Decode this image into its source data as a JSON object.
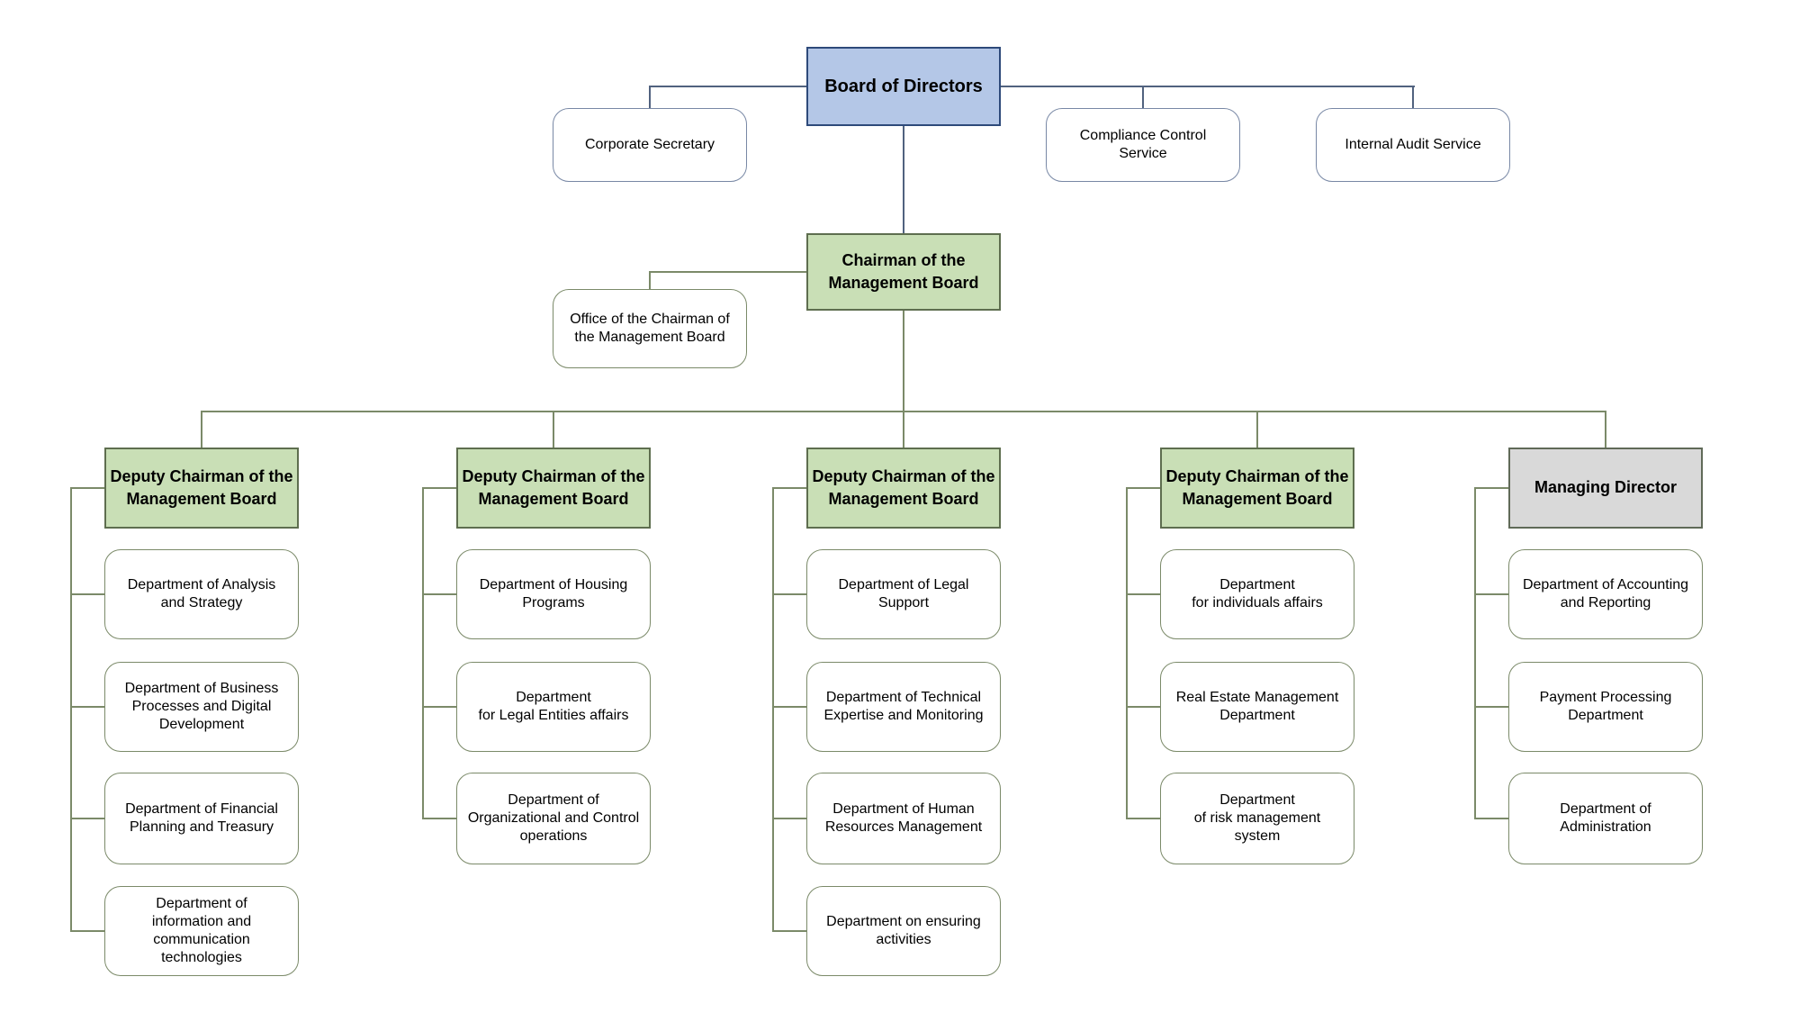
{
  "colors": {
    "board_fill": "#b4c7e7",
    "board_border": "#2e4a7a",
    "top_connector": "#51627f",
    "executive_fill": "#c9dfb6",
    "executive_border": "#5e6e4f",
    "director_fill": "#d9d9d9",
    "director_border": "#606a58",
    "lower_connector": "#7b8a69",
    "leaf_fill": "#ffffff",
    "text": "#000000"
  },
  "board": {
    "label": "Board of Directors"
  },
  "board_units": [
    {
      "label": "Corporate Secretary"
    },
    {
      "label": "Compliance Control\nService"
    },
    {
      "label": "Internal Audit Service"
    }
  ],
  "chairman": {
    "label": "Chairman of the\nManagement Board"
  },
  "chairman_office": {
    "label": "Office of the Chairman of\nthe Management Board"
  },
  "columns": [
    {
      "head": {
        "label": "Deputy Chairman of the\nManagement Board",
        "variant": "green"
      },
      "departments": [
        {
          "label": "Department of Analysis\nand Strategy"
        },
        {
          "label": "Department of Business\nProcesses and Digital\nDevelopment"
        },
        {
          "label": "Department of Financial\nPlanning and Treasury"
        },
        {
          "label": "Department of\ninformation and\ncommunication\ntechnologies"
        }
      ]
    },
    {
      "head": {
        "label": "Deputy Chairman of the\nManagement Board",
        "variant": "green"
      },
      "departments": [
        {
          "label": "Department of Housing\nPrograms"
        },
        {
          "label": "Department\nfor Legal Entities affairs"
        },
        {
          "label": "Department of\nOrganizational and Control\noperations"
        }
      ]
    },
    {
      "head": {
        "label": "Deputy Chairman of the\nManagement Board",
        "variant": "green"
      },
      "departments": [
        {
          "label": "Department of Legal\nSupport"
        },
        {
          "label": "Department of Technical\nExpertise and Monitoring"
        },
        {
          "label": "Department of Human\nResources Management"
        },
        {
          "label": "Department on ensuring\nactivities"
        }
      ]
    },
    {
      "head": {
        "label": "Deputy Chairman of the\nManagement Board",
        "variant": "green"
      },
      "departments": [
        {
          "label": "Department\nfor individuals affairs"
        },
        {
          "label": "Real Estate Management\nDepartment"
        },
        {
          "label": "Department\nof risk management\nsystem"
        }
      ]
    },
    {
      "head": {
        "label": "Managing Director",
        "variant": "gray"
      },
      "departments": [
        {
          "label": "Department of Accounting\nand Reporting"
        },
        {
          "label": "Payment Processing\nDepartment"
        },
        {
          "label": "Department of\nAdministration"
        }
      ]
    }
  ]
}
